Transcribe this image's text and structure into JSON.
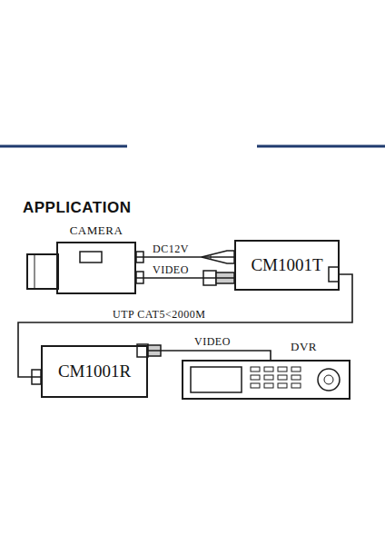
{
  "diagram": {
    "title": "APPLICATION",
    "nodes": [
      {
        "text": [
          "CAMERA"
        ]
      },
      {
        "text": [
          "CM1001T"
        ]
      },
      {
        "text": [
          "CM1001R"
        ]
      },
      {
        "text": [
          "DVR"
        ]
      }
    ],
    "edges": [
      {
        "from": 0,
        "to": 1,
        "label": "DC12V",
        "arrow": "none"
      },
      {
        "from": 0,
        "to": 1,
        "label": "VIDEO",
        "arrow": "none"
      },
      {
        "from": 1,
        "to": 2,
        "label": "UTP CAT5<2000M",
        "arrow": "none"
      },
      {
        "from": 2,
        "to": 3,
        "label": "VIDEO",
        "arrow": "none"
      }
    ]
  }
}
